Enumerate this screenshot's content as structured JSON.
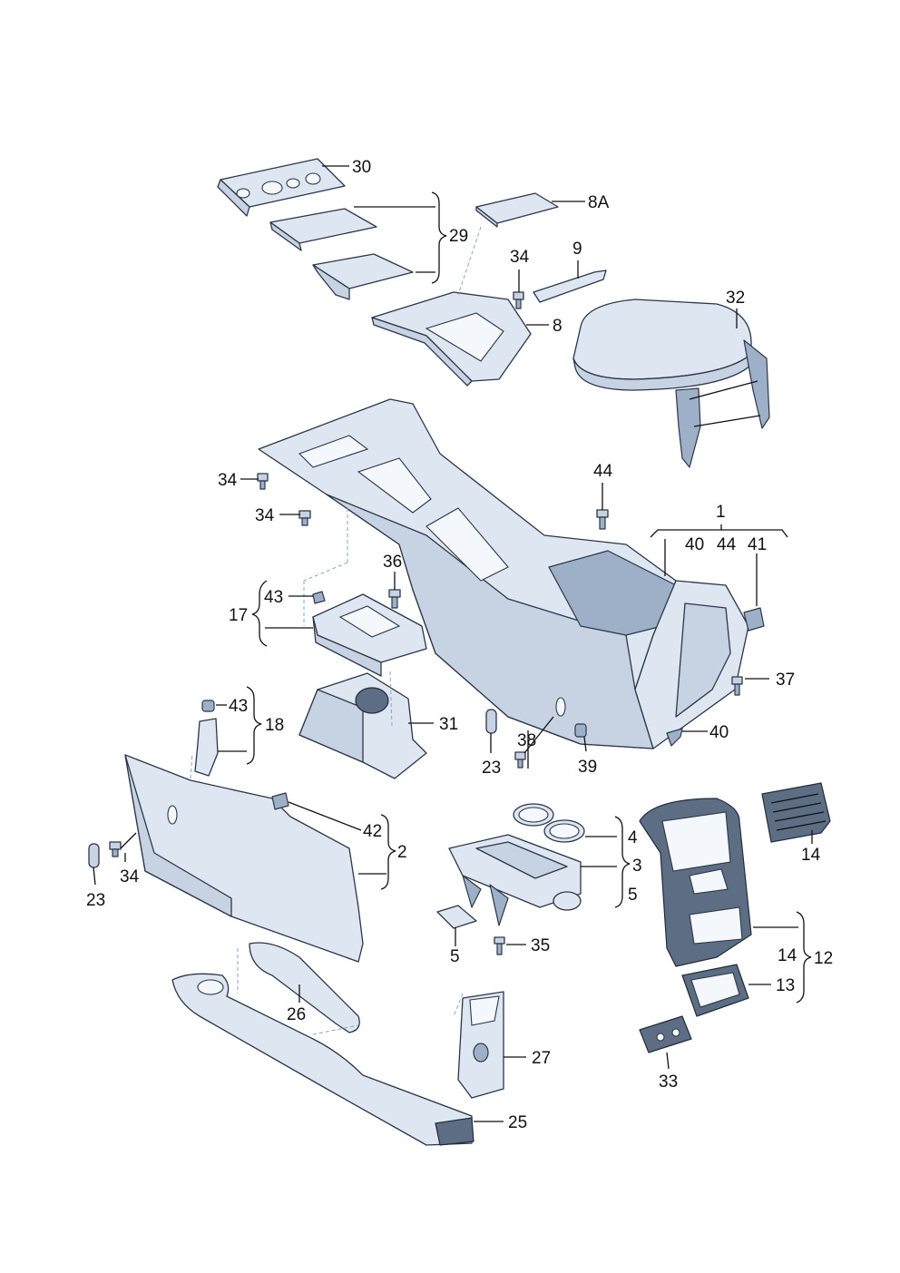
{
  "callouts": {
    "c1": "1",
    "c2": "2",
    "c3": "3",
    "c4": "4",
    "c5a": "5",
    "c5b": "5",
    "c8": "8",
    "c8A": "8A",
    "c9": "9",
    "c12": "12",
    "c13": "13",
    "c14a": "14",
    "c14b": "14",
    "c17": "17",
    "c18": "18",
    "c23a": "23",
    "c23b": "23",
    "c25": "25",
    "c26": "26",
    "c27": "27",
    "c29": "29",
    "c30": "30",
    "c31": "31",
    "c32": "32",
    "c33": "33",
    "c34a": "34",
    "c34b": "34",
    "c34c": "34",
    "c34d": "34",
    "c35": "35",
    "c36": "36",
    "c37": "37",
    "c38": "38",
    "c39": "39",
    "c40a": "40",
    "c40b": "40",
    "c41": "41",
    "c42": "42",
    "c43a": "43",
    "c43b": "43",
    "c44a": "44",
    "c44b": "44"
  },
  "colors": {
    "part_fill": "#dde6f1",
    "part_shadow": "#c7d3e3",
    "outline": "#2b3748",
    "leader": "#111111"
  }
}
